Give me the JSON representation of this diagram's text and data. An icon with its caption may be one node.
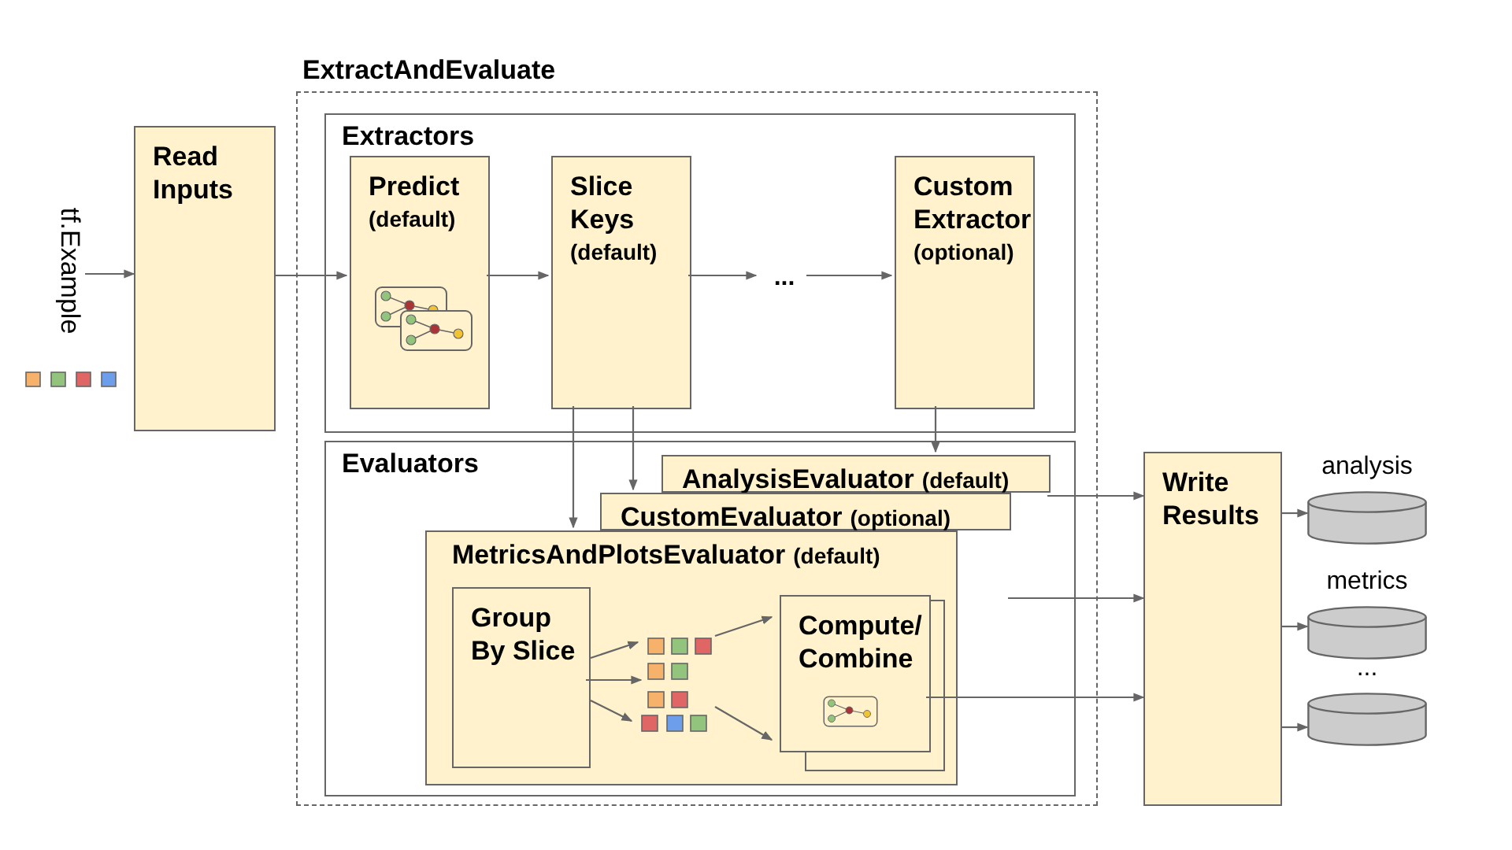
{
  "diagram": {
    "nodes": [
      {
        "text": [
          "tf.Example"
        ]
      },
      {
        "text": [
          "Read Inputs"
        ]
      },
      {
        "text": [
          "ExtractAndEvaluate"
        ]
      },
      {
        "text": [
          "Extractors"
        ],
        "in": 2
      },
      {
        "text": [
          "Predict",
          "(default)"
        ],
        "in": 3
      },
      {
        "text": [
          "Slice Keys",
          "(default)"
        ],
        "in": 3
      },
      {
        "text": [
          "..."
        ],
        "in": 3
      },
      {
        "text": [
          "Custom Extractor",
          "(optional)"
        ],
        "in": 3
      },
      {
        "text": [
          "Evaluators"
        ],
        "in": 2
      },
      {
        "text": [
          "AnalysisEvaluator",
          "(default)"
        ],
        "in": 8
      },
      {
        "text": [
          "CustomEvaluator",
          "(optional)"
        ],
        "in": 8
      },
      {
        "text": [
          "MetricsAndPlotsEvaluator",
          "(default)"
        ],
        "in": 8
      },
      {
        "text": [
          "Group By Slice"
        ],
        "in": 11
      },
      {
        "text": [],
        "shape": "picture",
        "in": 11
      },
      {
        "text": [],
        "shape": "picture",
        "in": 11
      },
      {
        "text": [],
        "shape": "picture",
        "in": 11
      },
      {
        "text": [
          "Compute/ Combine"
        ],
        "in": 11
      },
      {
        "text": [
          "Write Results"
        ]
      },
      {
        "text": [],
        "shape": "cylinder",
        "beside": [
          "analysis"
        ]
      },
      {
        "text": [],
        "shape": "cylinder",
        "beside": [
          "metrics"
        ]
      },
      {
        "text": [],
        "shape": "cylinder",
        "beside": [
          "..."
        ]
      }
    ],
    "edges": [
      {
        "from": 0,
        "to": 1,
        "arrow": "to"
      },
      {
        "from": 1,
        "to": 4,
        "arrow": "to"
      },
      {
        "from": 4,
        "to": 5,
        "arrow": "to"
      },
      {
        "from": 5,
        "to": 6,
        "arrow": "to"
      },
      {
        "from": 6,
        "to": 7,
        "arrow": "to"
      },
      {
        "from": 5,
        "to": 11,
        "arrow": "to"
      },
      {
        "from": 5,
        "to": 10,
        "arrow": "to"
      },
      {
        "from": 7,
        "to": 9,
        "arrow": "to"
      },
      {
        "from": 9,
        "to": 17,
        "arrow": "to"
      },
      {
        "from": 10,
        "to": 17,
        "arrow": "to"
      },
      {
        "from": 16,
        "to": 17,
        "arrow": "to"
      },
      {
        "from": 12,
        "to": 13,
        "arrow": "to"
      },
      {
        "from": 12,
        "to": 14,
        "arrow": "to"
      },
      {
        "from": 12,
        "to": 15,
        "arrow": "to"
      },
      {
        "from": 13,
        "to": 16,
        "arrow": "to"
      },
      {
        "from": 15,
        "to": 16,
        "arrow": "to"
      },
      {
        "from": 17,
        "to": 18,
        "arrow": "to"
      },
      {
        "from": 17,
        "to": 19,
        "arrow": "to"
      },
      {
        "from": 17,
        "to": 20,
        "arrow": "to"
      }
    ]
  }
}
